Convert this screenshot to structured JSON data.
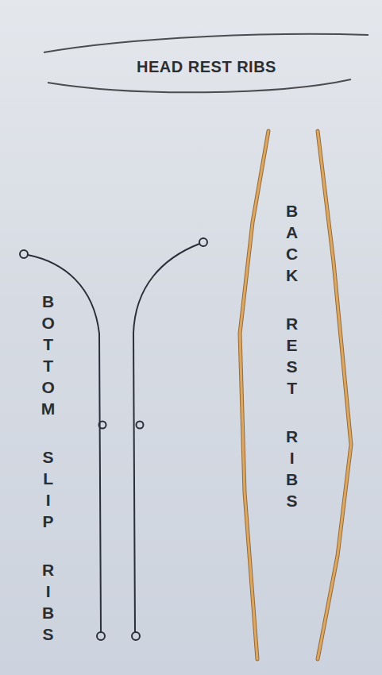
{
  "diagram": {
    "nodes": [
      {
        "text": [
          "HEAD REST RIBS"
        ]
      }
    ],
    "labels": [
      "BOTTOM SLIP RIBS",
      "BACK REST RIBS"
    ]
  }
}
